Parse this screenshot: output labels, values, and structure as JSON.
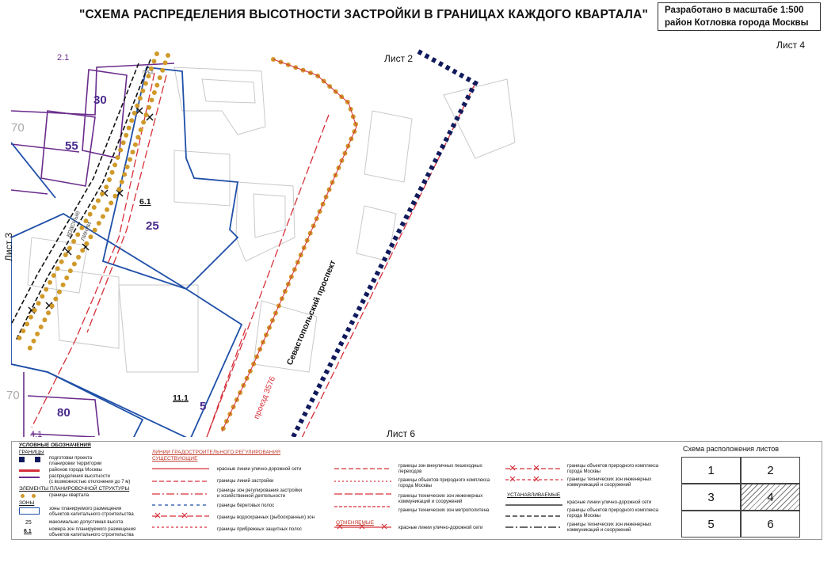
{
  "title": "\"СХЕМА РАСПРЕДЕЛЕНИЯ ВЫСОТНОСТИ ЗАСТРОЙКИ В ГРАНИЦАХ КАЖДОГО КВАРТАЛА\"",
  "scale_note": {
    "line1": "Разработано в масштабе 1:500",
    "line2": "район Котловка города Москвы"
  },
  "sheet_labels": {
    "current": "Лист 4",
    "top": "Лист 2",
    "left": "Лист 3",
    "bottom": "Лист 6"
  },
  "map": {
    "street_name": "Севастопольский проспект",
    "driveway_name": "проезд 3576",
    "street_label_a": "красные",
    "street_label_b": "линии",
    "block_numbers": [
      "2.1",
      "4.1",
      "6.1",
      "11.1"
    ],
    "heights": [
      "30",
      "55",
      "25",
      "5",
      "80"
    ],
    "edge_numbers": [
      "70",
      "70"
    ],
    "small_mark": "ПРЕД"
  },
  "legend": {
    "heading": "УСЛОВНЫЕ ОБОЗНАЧЕНИЯ",
    "boundaries_heading": "ГРАНИЦЫ",
    "items_col1": [
      "подготовки проекта",
      "планировки территории",
      "районов города Москвы",
      "распределения высотности",
      "(с возможностью отклонения до 7 м)"
    ],
    "structure_heading": "ЭЛЕМЕНТЫ ПЛАНИРОВОЧНОЙ СТРУКТУРЫ",
    "block_boundary": "границы квартала",
    "zones_heading": "ЗОНЫ",
    "zone_desc_1": "зоны планируемого размещения",
    "zone_desc_2": "объектов капитального строительства",
    "max_height_sample": "25",
    "max_height_desc": "максимально допустимая высота",
    "zone_number_sample": "6.1",
    "zone_number_desc_1": "номера зон планируемого размещения",
    "zone_number_desc_2": "объектов капитального строительства",
    "regulation_heading": "ЛИНИИ ГРАДОСТРОИТЕЛЬНОГО РЕГУЛИРОВАНИЯ",
    "existing_heading": "СУЩЕСТВУЮЩИЕ",
    "items_col2": [
      "красные линии улично-дорожной сети",
      "границы линий застройки",
      "границы зон регулирования застройки",
      "и хозяйственной деятельности",
      "границы береговых полос",
      "границы водоохранных (рыбоохранных) зон",
      "границы прибрежных защитных полос"
    ],
    "items_col3": [
      "границы зон внеуличных пешеходных",
      "переходов",
      "границы объектов природного комплекса",
      "города Москвы",
      "границы технических зон инженерных",
      "коммуникаций и сооружений",
      "границы технических зон метрополитена",
      "красные линии улично-дорожной сети"
    ],
    "changed_heading": "ОТМЕНЯЕМЫЕ",
    "established_heading": "УСТАНАВЛИВАЕМЫЕ",
    "items_col4": [
      "границы объектов природного комплекса",
      "города Москвы",
      "границы технических зон инженерных",
      "коммуникаций и сооружений",
      "красные линии улично-дорожной сети",
      "границы объектов природного комплекса",
      "города Москвы",
      "границы технических зон инженерных",
      "коммуникаций и сооружений"
    ]
  },
  "sheet_scheme": {
    "title": "Схема расположения листов",
    "cells": [
      "1",
      "2",
      "3",
      "4",
      "5",
      "6"
    ]
  },
  "colors": {
    "zone_blue": "#1f4fa8",
    "height_purple": "#6a2c8c",
    "block_orange": "#d09a2a",
    "red_line": "#d6303a",
    "project_navy": "#101a5c"
  }
}
